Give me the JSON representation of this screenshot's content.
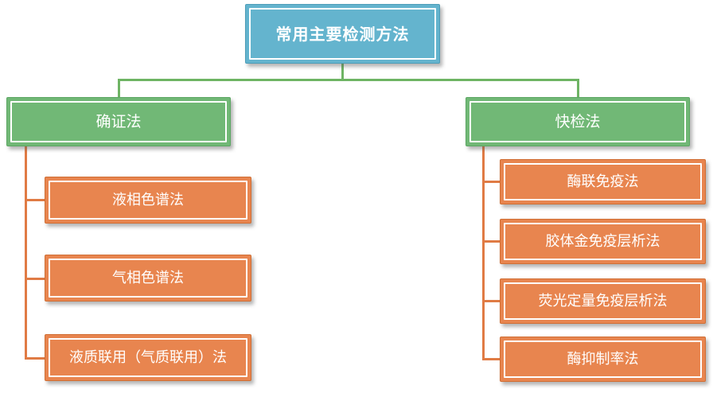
{
  "diagram": {
    "root": {
      "label": "常用主要检测方法"
    },
    "branches": [
      {
        "label": "确证法",
        "children": [
          "液相色谱法",
          "气相色谱法",
          "液质联用（气质联用）法"
        ]
      },
      {
        "label": "快检法",
        "children": [
          "酶联免疫法",
          "胶体金免疫层析法",
          "荧光定量免疫层析法",
          "酶抑制率法"
        ]
      }
    ]
  },
  "colors": {
    "node-blue": "#64B4CE",
    "node-blue-border": "#4D9DB8",
    "node-green": "#71B876",
    "node-green-border": "#5CA763",
    "node-orange": "#E8854F",
    "node-orange-border": "#D06F35",
    "line-green": "#6EB464",
    "line-orange": "#E07B44",
    "text": "#FFFFFF"
  }
}
